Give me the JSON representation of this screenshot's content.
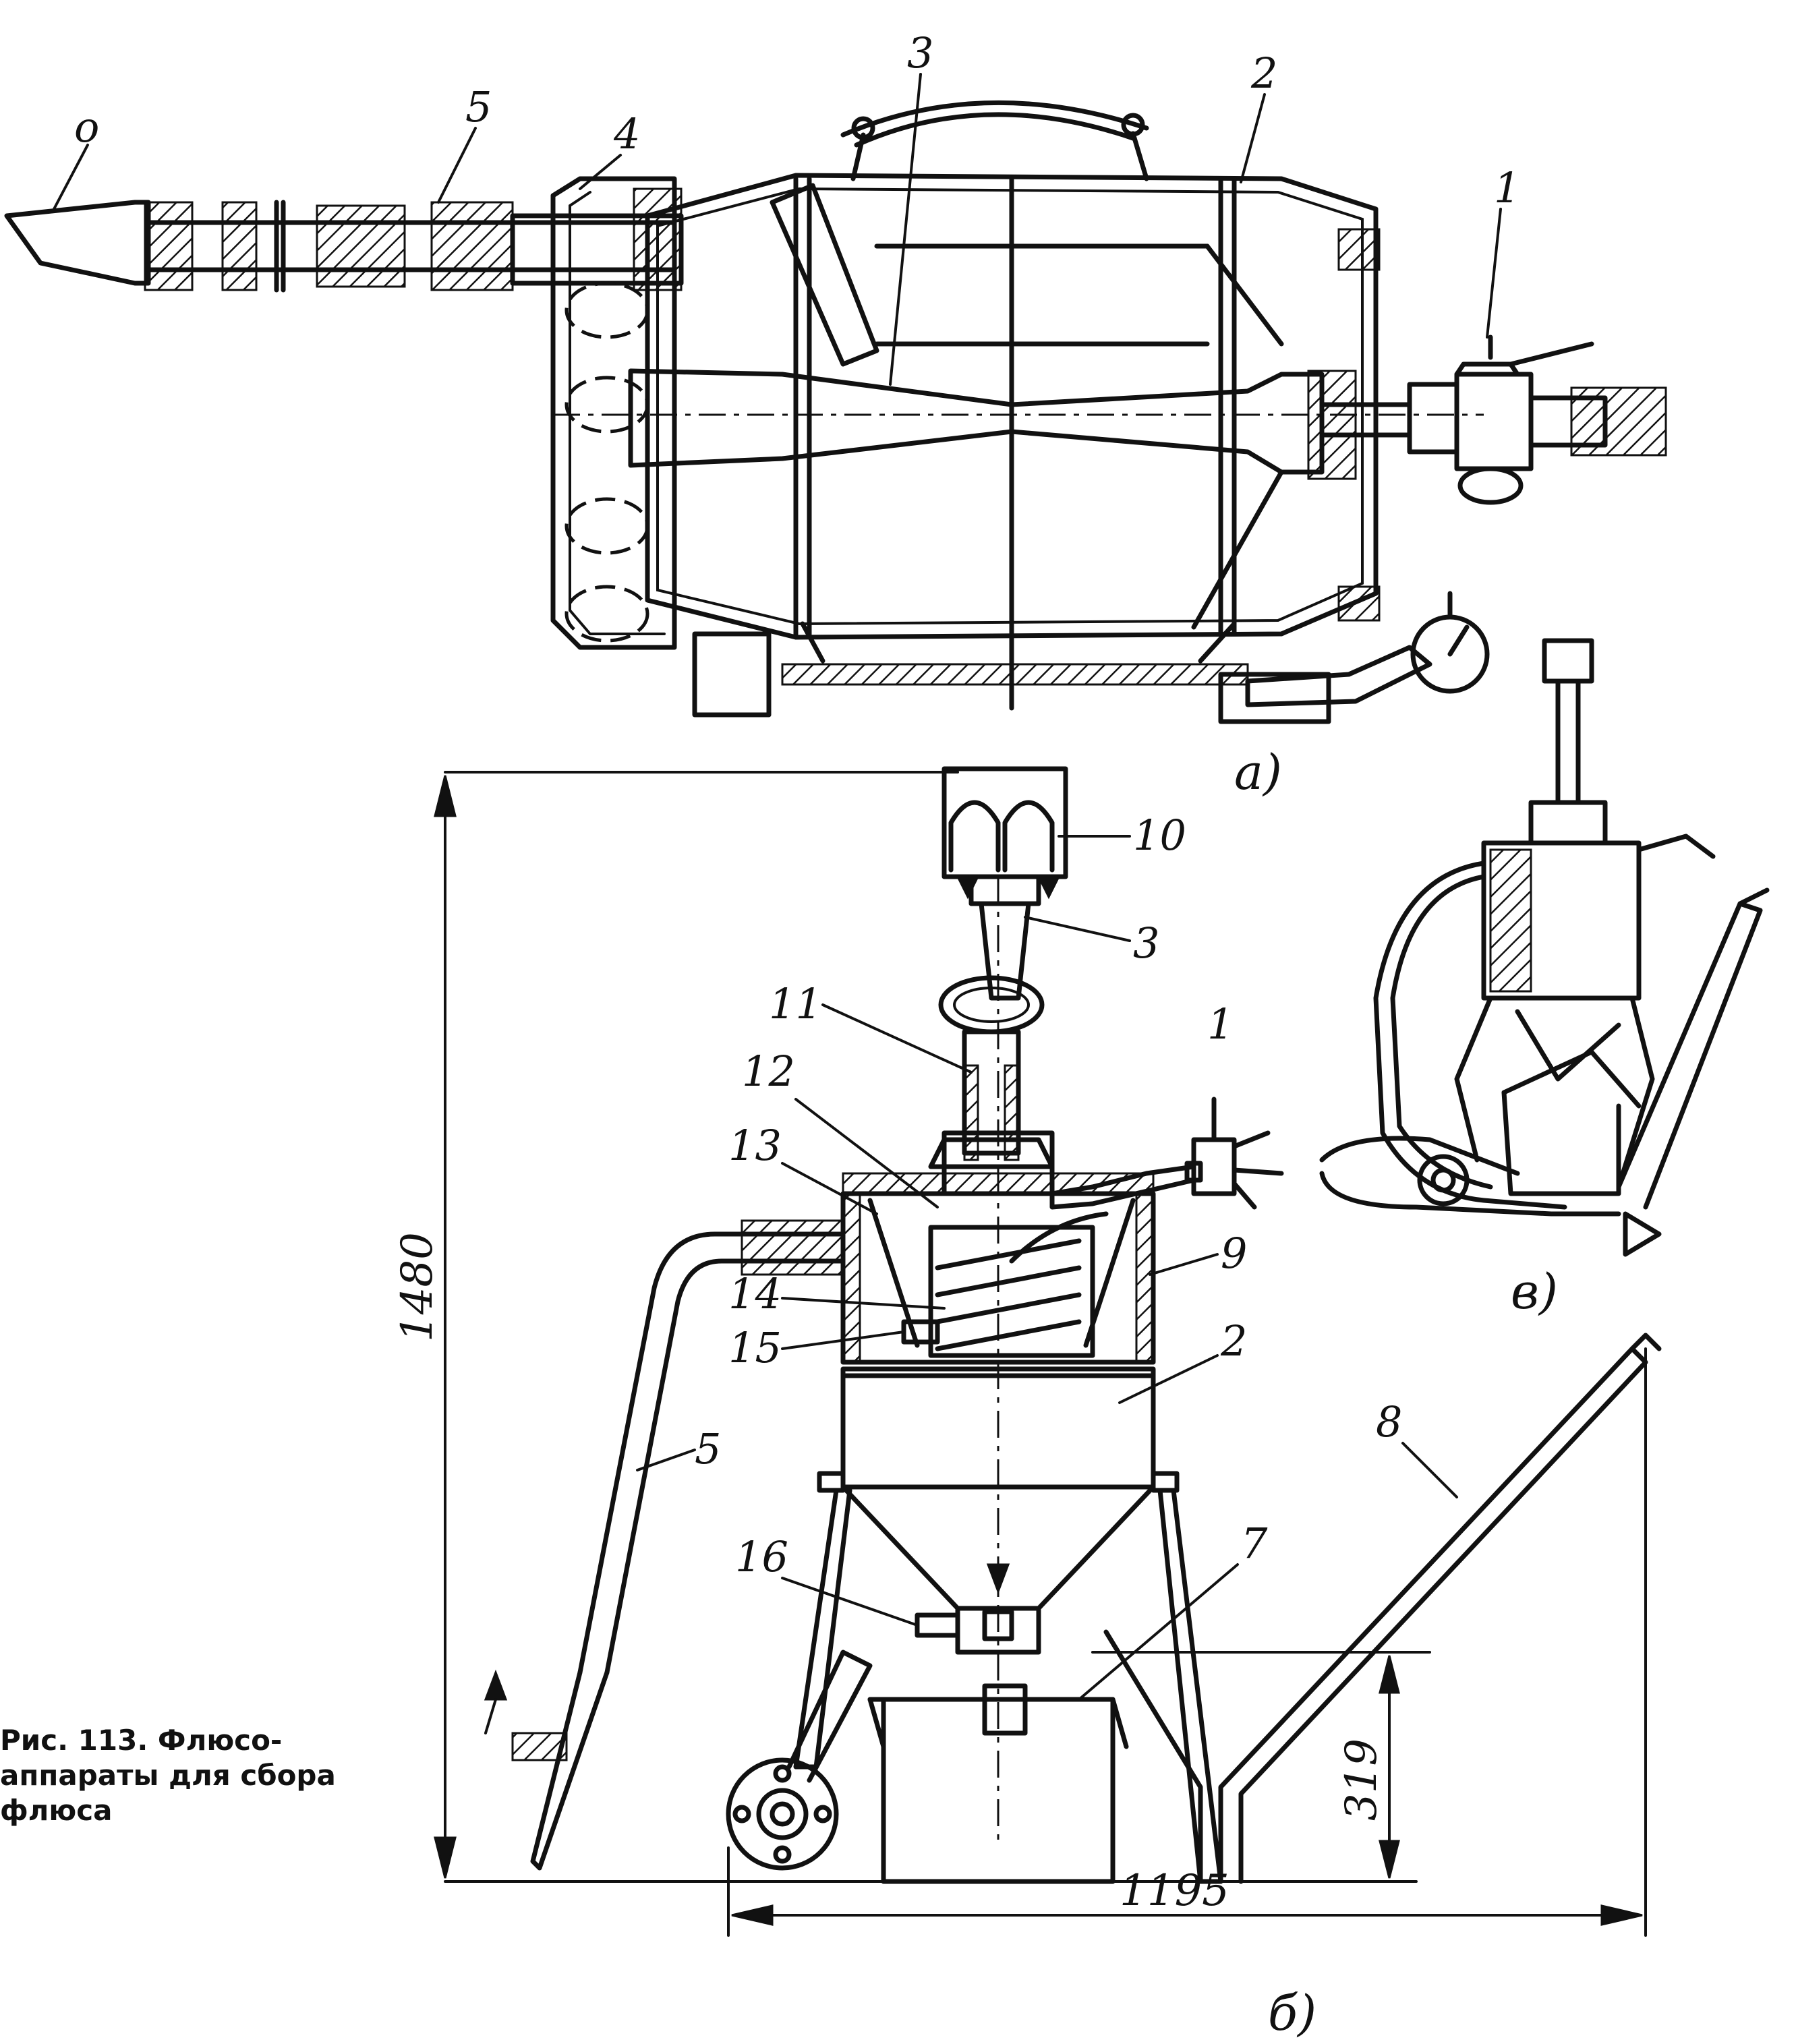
{
  "view_a": {
    "labels": [
      "о",
      "5",
      "4",
      "3",
      "2",
      "1"
    ],
    "subtitle": "а)"
  },
  "view_b": {
    "labels": [
      "10",
      "3",
      "11",
      "1",
      "12",
      "13",
      "9",
      "14",
      "15",
      "2",
      "5",
      "8",
      "16",
      "7"
    ],
    "dim_height": "1480",
    "dim_base_height": "319",
    "dim_width": "1195",
    "subtitle": "б)"
  },
  "view_c": {
    "subtitle": "в)"
  },
  "caption": {
    "line1": "Рис. 113. Флюсо-",
    "line2": "аппараты для сбора",
    "line3": "флюса"
  }
}
